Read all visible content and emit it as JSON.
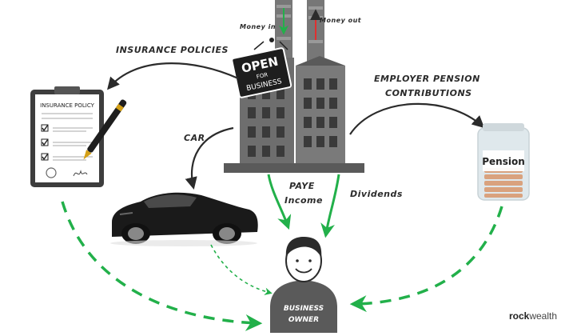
{
  "labels": {
    "money_in": "Money in",
    "money_out": "Money out",
    "insurance_policies": "INSURANCE POLICIES",
    "employer_pension_line1": "EMPLOYER PENSION",
    "employer_pension_line2": "CONTRIBUTIONS",
    "car": "CAR",
    "paye_line1": "PAYE",
    "paye_line2": "Income",
    "dividends": "Dividends",
    "business_owner_line1": "BUSINESS",
    "business_owner_line2": "OWNER"
  },
  "sign": {
    "line1": "OPEN",
    "line2": "FOR",
    "line3": "BUSINESS"
  },
  "document": {
    "title": "INSURANCE POLICY"
  },
  "jar": {
    "label": "Pension"
  },
  "brand": {
    "part1": "rock",
    "part2": "wealth"
  },
  "colors": {
    "green": "#22b04a",
    "dark": "#2b2b2b",
    "building": "#6e6e6e",
    "building_dark": "#5a5a5a",
    "window": "#3a3a3a"
  }
}
